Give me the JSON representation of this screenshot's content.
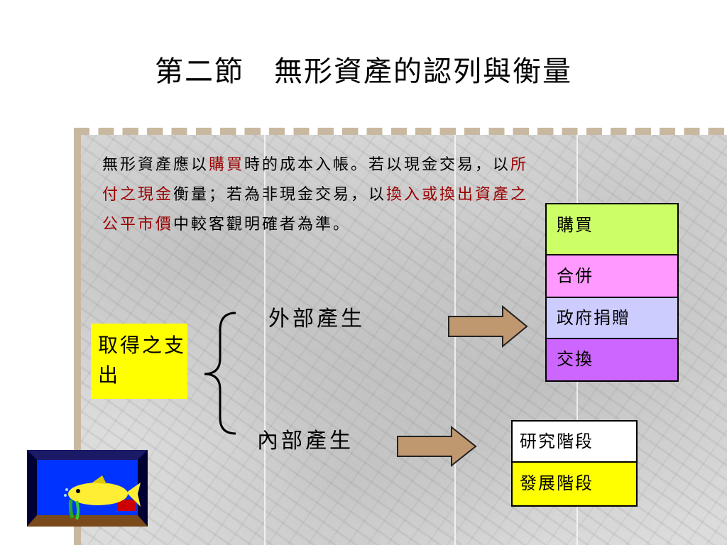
{
  "slide": {
    "title": "第二節　無形資產的認列與衡量",
    "intro": {
      "p1": "無形資產應以",
      "h1": "購買",
      "p2": "時的成本入帳。若以現金交易，以",
      "h2": "所付之現金",
      "p3": "衡量；若為非現金交易，以",
      "h3": "換入或換出資產之公平市價",
      "p4": "中較客觀明確者為準。"
    },
    "source_label": "取得之支出",
    "external": {
      "label": "外部產生",
      "items": [
        {
          "label": "購買",
          "color": "#ccff66"
        },
        {
          "label": "合併",
          "color": "#ff99ff"
        },
        {
          "label": "政府捐贈",
          "color": "#ccccff"
        },
        {
          "label": "交換",
          "color": "#cc66ff"
        }
      ]
    },
    "internal": {
      "label": "內部產生",
      "items": [
        {
          "label": "研究階段",
          "color": "#ffffff"
        },
        {
          "label": "發展階段",
          "color": "#ffff00"
        }
      ]
    }
  },
  "colors": {
    "highlight_text": "#990000",
    "source_box": "#ffff00",
    "arrow_fill": "#c09870",
    "tank_water": "#0033ff",
    "fish": "#ffee33"
  }
}
